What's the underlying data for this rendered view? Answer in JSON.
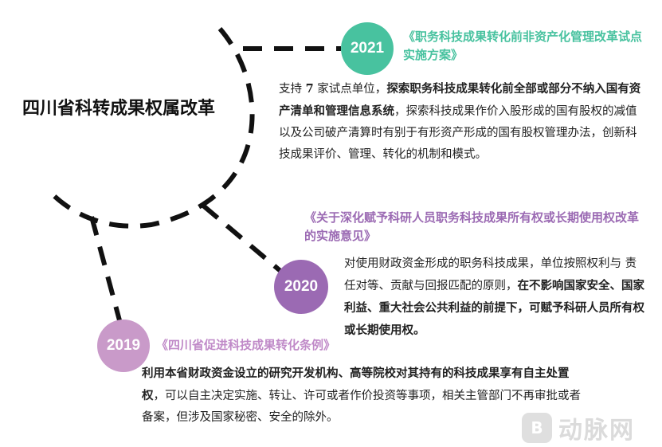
{
  "title": "四川省科转成果权属改革",
  "timeline": [
    {
      "year": "2021",
      "policy": "《职务科技成果转化前非资产化管理改革试点实施方案》",
      "segments": [
        {
          "t": "支持 ",
          "b": false
        },
        {
          "t": "7",
          "b": true
        },
        {
          "t": " 家试点单位，",
          "b": false
        },
        {
          "t": "探索职务科技成果转化前全部或部分不纳入国有资产清单和管理信息系统",
          "b": true
        },
        {
          "t": "，探索科技成果作价入股形成的国有股权的减值以及公司破产清算时有别于有形资产形成的国有股权管理办法，创新科技成果评价、管理、转化的机制和模式。",
          "b": false
        }
      ]
    },
    {
      "year": "2020",
      "policy": "《关于深化赋予科研人员职务科技成果所有权或长期使用权改革的实施意见》",
      "segments": [
        {
          "t": "对使用财政资金形成的职务科技成果，单位按照权利与 责任对等、贡献与回报匹配的原则，",
          "b": false
        },
        {
          "t": "在不影响国家安全、国家利益、重大社会公共利益的前提下，可赋予科研人员所有权或长期使用权。",
          "b": true
        }
      ]
    },
    {
      "year": "2019",
      "policy": "《四川省促进科技成果转化条例》",
      "segments": [
        {
          "t": "利用本省财政资金设立的研究开发机构、高等院校对其持有的科技成果享有自主处置权",
          "b": true
        },
        {
          "t": "，可以自主决定实施、转让、许可或者作价投资等事项，相关主管部门不再审批或者备案，但涉及国家秘密、安全的除外。",
          "b": false
        }
      ]
    }
  ],
  "watermark": {
    "logo": "B",
    "text": "动脉网"
  },
  "colors": {
    "y2021": "#48c29f",
    "y2020": "#9b6ab3",
    "y2019": "#c99ac9",
    "dash": "#111111"
  }
}
